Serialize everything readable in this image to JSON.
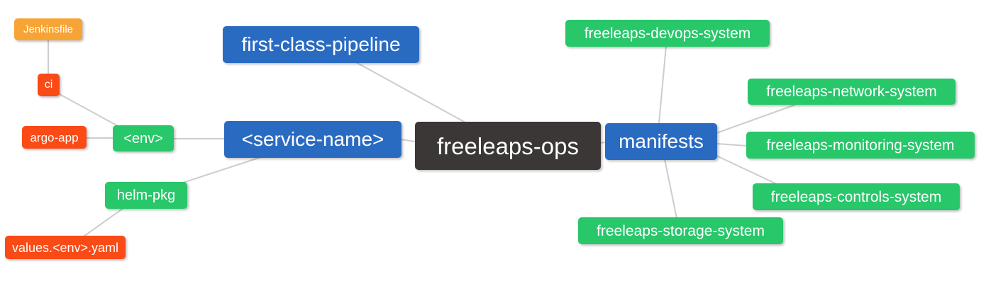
{
  "diagram": {
    "type": "mindmap",
    "root_label": "freeleaps-ops",
    "colors": {
      "orange": "#F7A437",
      "red": "#FA4A16",
      "green": "#27C76A",
      "blue": "#2A6BC2",
      "dark": "#3B3737",
      "edge": "#CDCDCD",
      "background": "#FFFFFF",
      "text": "#FFFFFF"
    },
    "nodes": [
      {
        "id": "jenkinsfile",
        "label": "Jenkinsfile",
        "color": "orange"
      },
      {
        "id": "ci",
        "label": "ci",
        "color": "red"
      },
      {
        "id": "argo-app",
        "label": "argo-app",
        "color": "red"
      },
      {
        "id": "env",
        "label": "<env>",
        "color": "green"
      },
      {
        "id": "first-class-pipeline",
        "label": "first-class-pipeline",
        "color": "blue"
      },
      {
        "id": "service-name",
        "label": "<service-name>",
        "color": "blue"
      },
      {
        "id": "freeleaps-ops",
        "label": "freeleaps-ops",
        "color": "dark"
      },
      {
        "id": "manifests",
        "label": "manifests",
        "color": "blue"
      },
      {
        "id": "freeleaps-devops-system",
        "label": "freeleaps-devops-system",
        "color": "green"
      },
      {
        "id": "freeleaps-network-system",
        "label": "freeleaps-network-system",
        "color": "green"
      },
      {
        "id": "freeleaps-monitoring-system",
        "label": "freeleaps-monitoring-system",
        "color": "green"
      },
      {
        "id": "freeleaps-controls-system",
        "label": "freeleaps-controls-system",
        "color": "green"
      },
      {
        "id": "freeleaps-storage-system",
        "label": "freeleaps-storage-system",
        "color": "green"
      },
      {
        "id": "helm-pkg",
        "label": "helm-pkg",
        "color": "green"
      },
      {
        "id": "values-env-yaml",
        "label": "values.<env>.yaml",
        "color": "red"
      }
    ],
    "edges": [
      {
        "from": "jenkinsfile",
        "to": "ci"
      },
      {
        "from": "ci",
        "to": "env"
      },
      {
        "from": "argo-app",
        "to": "env"
      },
      {
        "from": "env",
        "to": "service-name"
      },
      {
        "from": "helm-pkg",
        "to": "service-name"
      },
      {
        "from": "values-env-yaml",
        "to": "helm-pkg"
      },
      {
        "from": "first-class-pipeline",
        "to": "freeleaps-ops"
      },
      {
        "from": "service-name",
        "to": "freeleaps-ops"
      },
      {
        "from": "freeleaps-ops",
        "to": "manifests"
      },
      {
        "from": "manifests",
        "to": "freeleaps-devops-system"
      },
      {
        "from": "manifests",
        "to": "freeleaps-network-system"
      },
      {
        "from": "manifests",
        "to": "freeleaps-monitoring-system"
      },
      {
        "from": "manifests",
        "to": "freeleaps-controls-system"
      },
      {
        "from": "manifests",
        "to": "freeleaps-storage-system"
      }
    ]
  }
}
